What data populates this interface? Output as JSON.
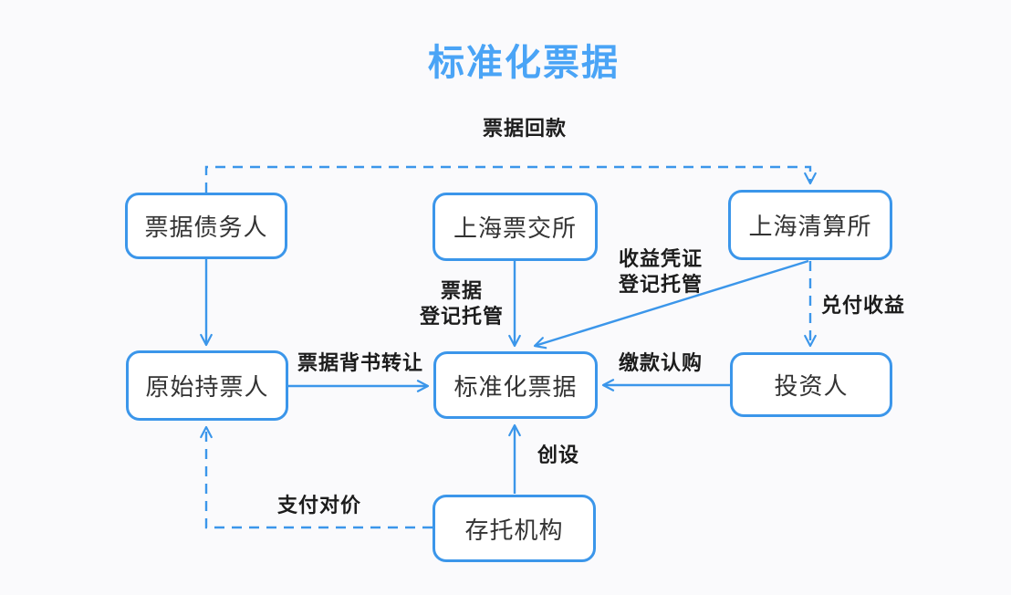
{
  "diagram": {
    "title": "标准化票据",
    "colors": {
      "accent_blue": "#3b96ea",
      "title_blue": "#4aa4f6",
      "label_text": "#1c1c1c",
      "node_text": "#333333",
      "background": "#fafafc",
      "node_fill": "#ffffff"
    },
    "nodes": [
      {
        "id": "bill-debtor",
        "label": "票据债务人"
      },
      {
        "id": "shanghai-exchange",
        "label": "上海票交所"
      },
      {
        "id": "shanghai-clearing",
        "label": "上海清算所"
      },
      {
        "id": "original-holder",
        "label": "原始持票人"
      },
      {
        "id": "standard-note",
        "label": "标准化票据"
      },
      {
        "id": "investor",
        "label": "投资人"
      },
      {
        "id": "depository",
        "label": "存托机构"
      }
    ],
    "edges": [
      {
        "id": "bill-repayment",
        "from": "票据债务人",
        "to": "上海清算所",
        "label": "票据回款",
        "style": "dashed"
      },
      {
        "id": "debtor-to-holder",
        "from": "票据债务人",
        "to": "原始持票人",
        "label": "",
        "style": "solid"
      },
      {
        "id": "note-registration",
        "from": "上海票交所",
        "to": "标准化票据",
        "label": "票据\n登记托管",
        "style": "solid"
      },
      {
        "id": "receipt-registration",
        "from": "上海清算所",
        "to": "标准化票据",
        "label": "收益凭证\n登记托管",
        "style": "solid"
      },
      {
        "id": "redeem-income",
        "from": "上海清算所",
        "to": "投资人",
        "label": "兑付收益",
        "style": "dashed"
      },
      {
        "id": "endorsement-transfer",
        "from": "原始持票人",
        "to": "标准化票据",
        "label": "票据背书转让",
        "style": "solid"
      },
      {
        "id": "payment-subscription",
        "from": "投资人",
        "to": "标准化票据",
        "label": "缴款认购",
        "style": "solid"
      },
      {
        "id": "creation",
        "from": "存托机构",
        "to": "标准化票据",
        "label": "创设",
        "style": "solid"
      },
      {
        "id": "pay-consideration",
        "from": "存托机构",
        "to": "原始持票人",
        "label": "支付对价",
        "style": "dashed"
      }
    ]
  }
}
